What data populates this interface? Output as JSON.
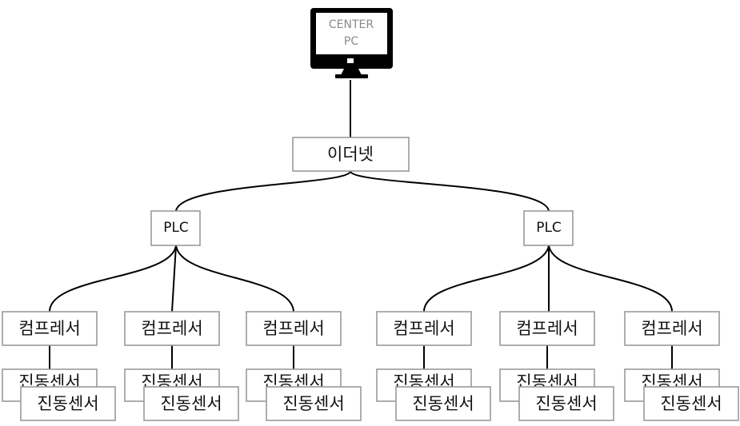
{
  "diagram": {
    "center_pc": {
      "line1": "CENTER",
      "line2": "PC",
      "icon": "monitor-icon"
    },
    "ethernet": {
      "label": "이더넷"
    },
    "plcs": [
      {
        "label": "PLC"
      },
      {
        "label": "PLC"
      }
    ],
    "compressors": [
      {
        "label": "컴프레서",
        "sensors": [
          "진동센서",
          "진동센서"
        ]
      },
      {
        "label": "컴프레서",
        "sensors": [
          "진동센서",
          "진동센서"
        ]
      },
      {
        "label": "컴프레서",
        "sensors": [
          "진동센서",
          "진동센서"
        ]
      },
      {
        "label": "컴프레서",
        "sensors": [
          "진동센서",
          "진동센서"
        ]
      },
      {
        "label": "컴프레서",
        "sensors": [
          "진동센서",
          "진동센서"
        ]
      },
      {
        "label": "컴프레서",
        "sensors": [
          "진동센서",
          "진동센서"
        ]
      }
    ]
  }
}
